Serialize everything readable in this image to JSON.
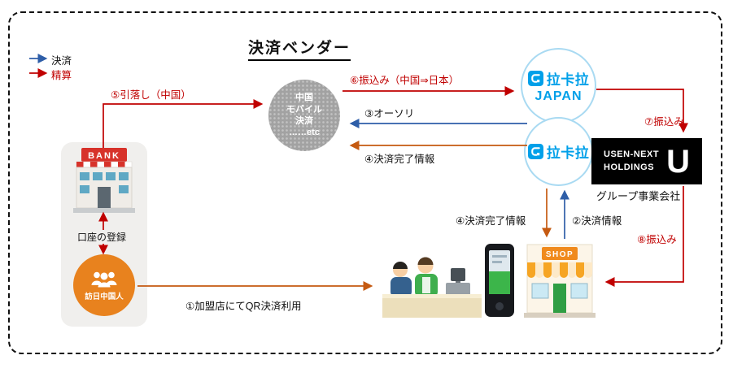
{
  "title": "決済ベンダー",
  "legend": {
    "payment_label": "決済",
    "settlement_label": "精算"
  },
  "nodes": {
    "china_mobile": {
      "lines": [
        "中国",
        "モバイル",
        "決済",
        "……etc"
      ]
    },
    "lakala_japan": {
      "brand": "拉卡拉",
      "region": "JAPAN"
    },
    "lakala": {
      "brand": "拉卡拉"
    },
    "usen": {
      "name_line1": "USEN-NEXT",
      "name_line2": "HOLDINGS",
      "logo_letter": "U",
      "caption": "グループ事業会社"
    },
    "bank": {
      "sign": "BANK",
      "account_label": "口座の登録"
    },
    "visitor": {
      "label": "訪日中国人"
    },
    "shop": {
      "sign": "SHOP"
    }
  },
  "flows": {
    "f1": {
      "label": "①加盟店にてQR決済利用"
    },
    "f2": {
      "label": "②決済情報"
    },
    "f3": {
      "label": "③オーソリ"
    },
    "f4_auth": {
      "label": "④決済完了情報"
    },
    "f4_shop": {
      "label": "④決済完了情報"
    },
    "f5": {
      "label": "⑤引落し（中国）"
    },
    "f6": {
      "label": "⑥振込み（中国⇒日本）"
    },
    "f7": {
      "label": "⑦振込み"
    },
    "f8": {
      "label": "⑧振込み"
    }
  },
  "colors": {
    "payment_blue": "#2e5ea8",
    "settlement_red": "#c00000",
    "info_orange": "#c55a11",
    "lakala_blue": "#00a0e9",
    "visitor_orange": "#e8821e",
    "usen_black": "#000000",
    "china_gray": "#a2a2a2"
  }
}
